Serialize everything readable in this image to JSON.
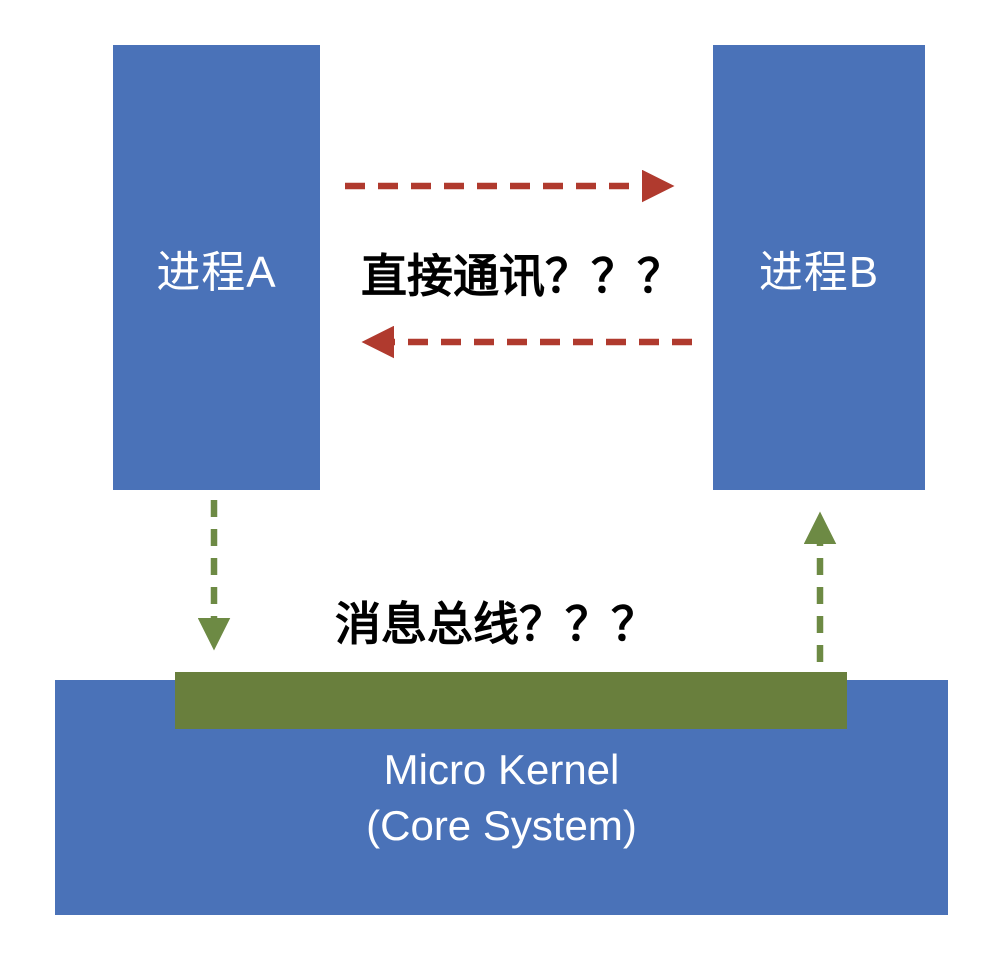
{
  "diagram": {
    "process_a_label": "进程A",
    "process_b_label": "进程B",
    "direct_comm_label": "直接通讯？？？",
    "message_bus_label": "消息总线？？？",
    "kernel_line1": "Micro Kernel",
    "kernel_line2": "(Core System)",
    "colors": {
      "box_blue": "#4a72b8",
      "bar_green": "#697f3d",
      "arrow_red": "#b03a2e",
      "arrow_green": "#6d8a44"
    }
  }
}
